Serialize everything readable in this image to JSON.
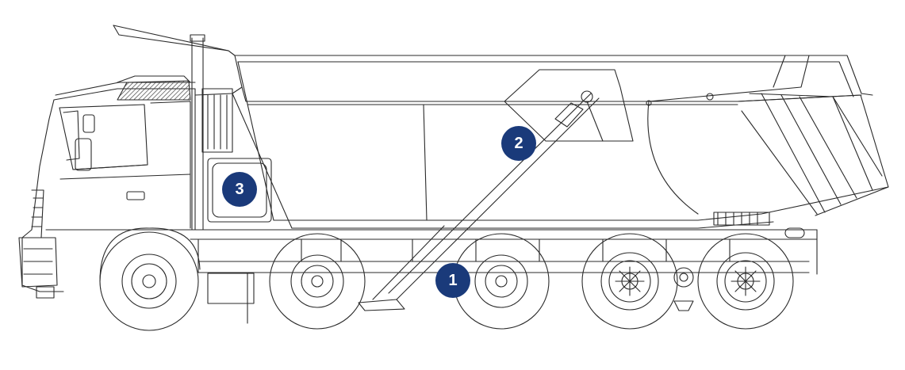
{
  "colors": {
    "line": "#2a2a2a",
    "callout_fill": "#1a3a7a",
    "callout_text": "#ffffff",
    "hatch": "#444444",
    "background": "#ffffff"
  },
  "callouts": [
    {
      "id": "1",
      "label": "1"
    },
    {
      "id": "2",
      "label": "2"
    },
    {
      "id": "3",
      "label": "3"
    }
  ]
}
